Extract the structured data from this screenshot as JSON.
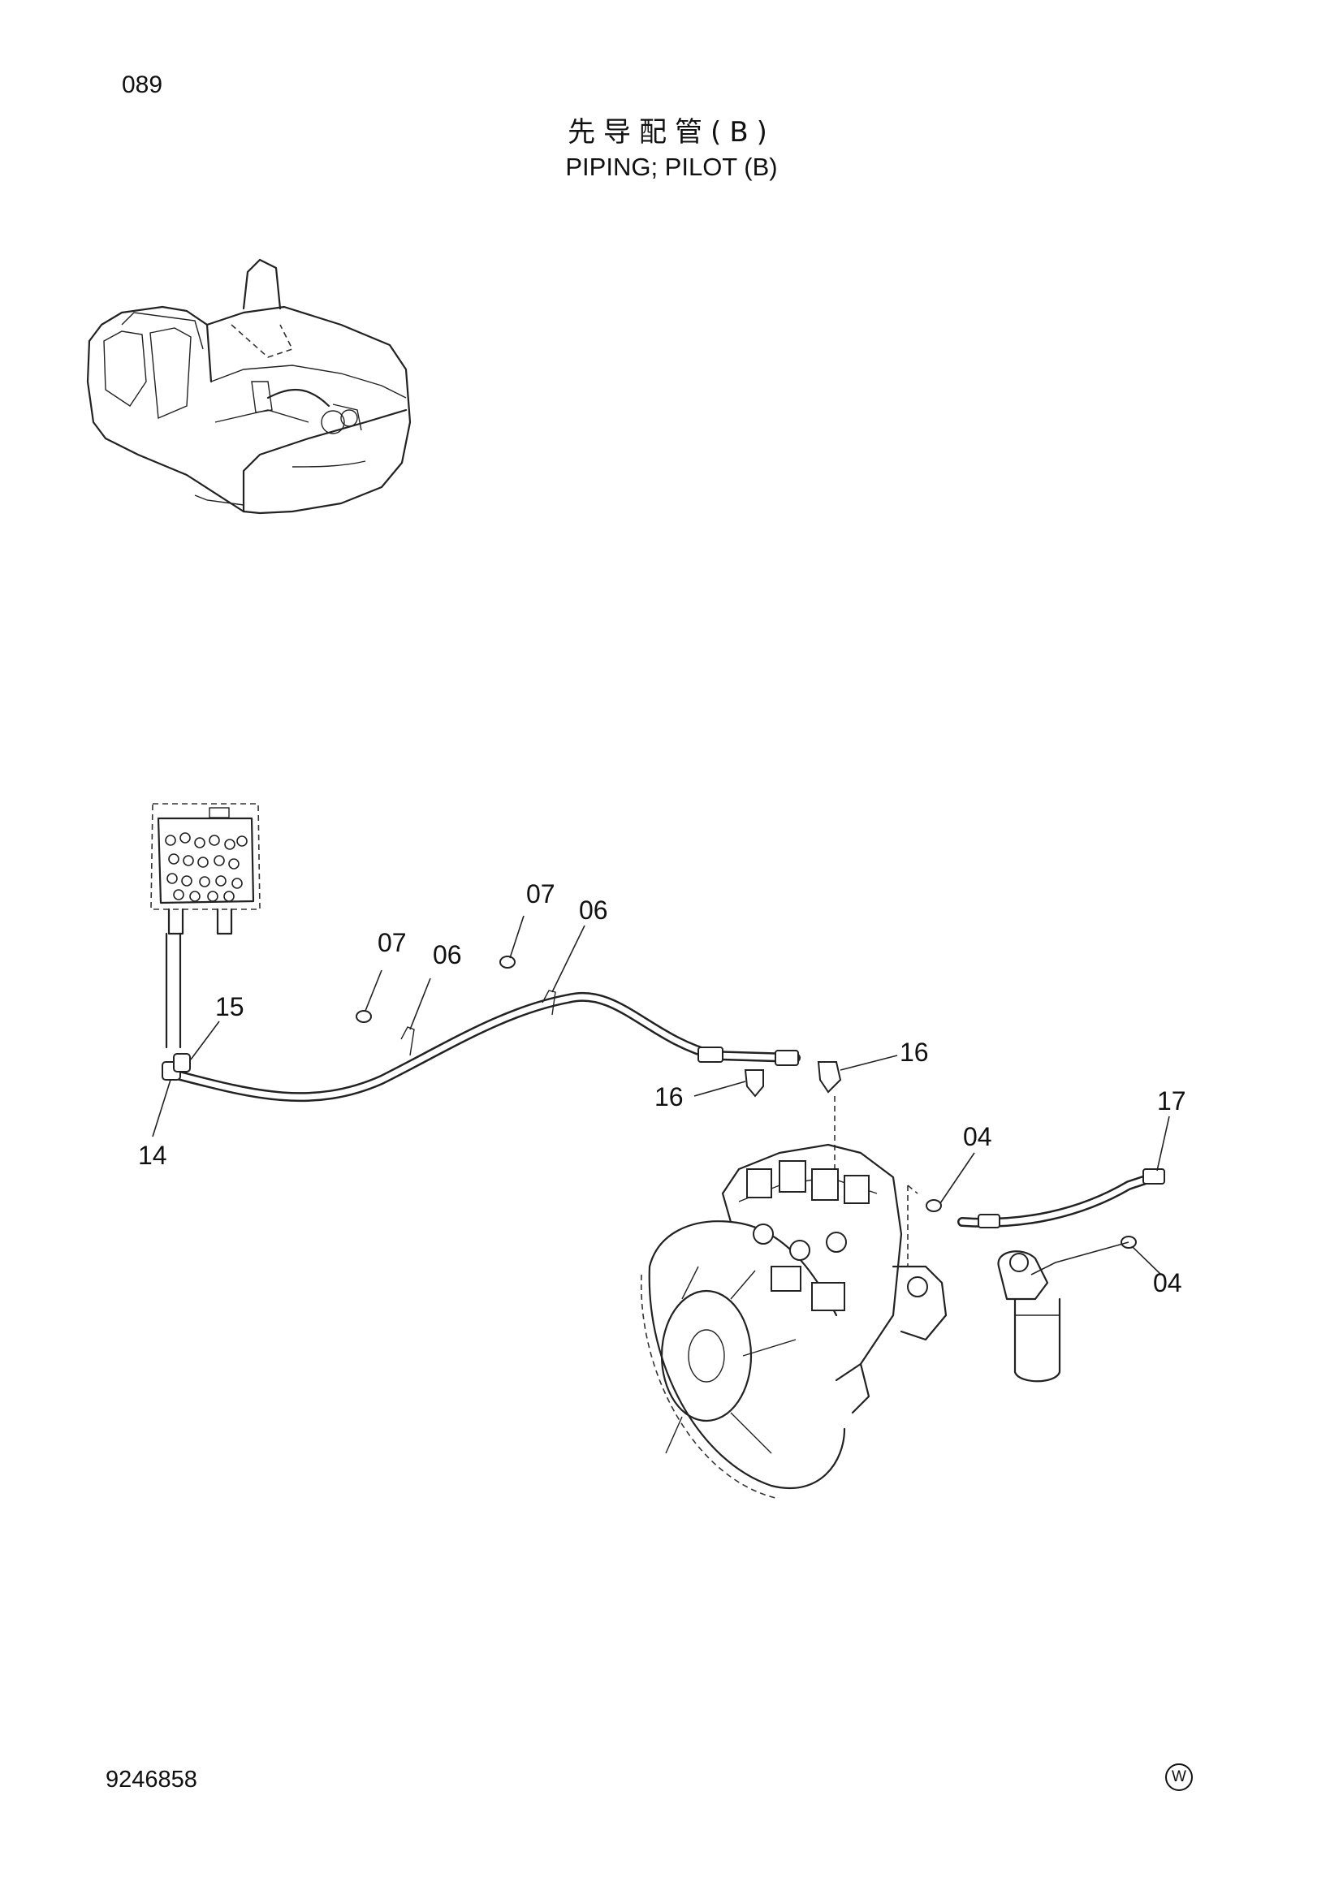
{
  "header": {
    "page_number": "089",
    "title_cn": "先导配管(B)",
    "title_en": "PIPING; PILOT  (B)"
  },
  "footer": {
    "doc_number": "9246858",
    "brand_mark": "W"
  },
  "callouts": [
    {
      "id": "c-07a",
      "label": "07"
    },
    {
      "id": "c-06a",
      "label": "06"
    },
    {
      "id": "c-07b",
      "label": "07"
    },
    {
      "id": "c-06b",
      "label": "06"
    },
    {
      "id": "c-15",
      "label": "15"
    },
    {
      "id": "c-14",
      "label": "14"
    },
    {
      "id": "c-16a",
      "label": "16"
    },
    {
      "id": "c-16b",
      "label": "16"
    },
    {
      "id": "c-17",
      "label": "17"
    },
    {
      "id": "c-04a",
      "label": "04"
    },
    {
      "id": "c-04b",
      "label": "04"
    }
  ]
}
